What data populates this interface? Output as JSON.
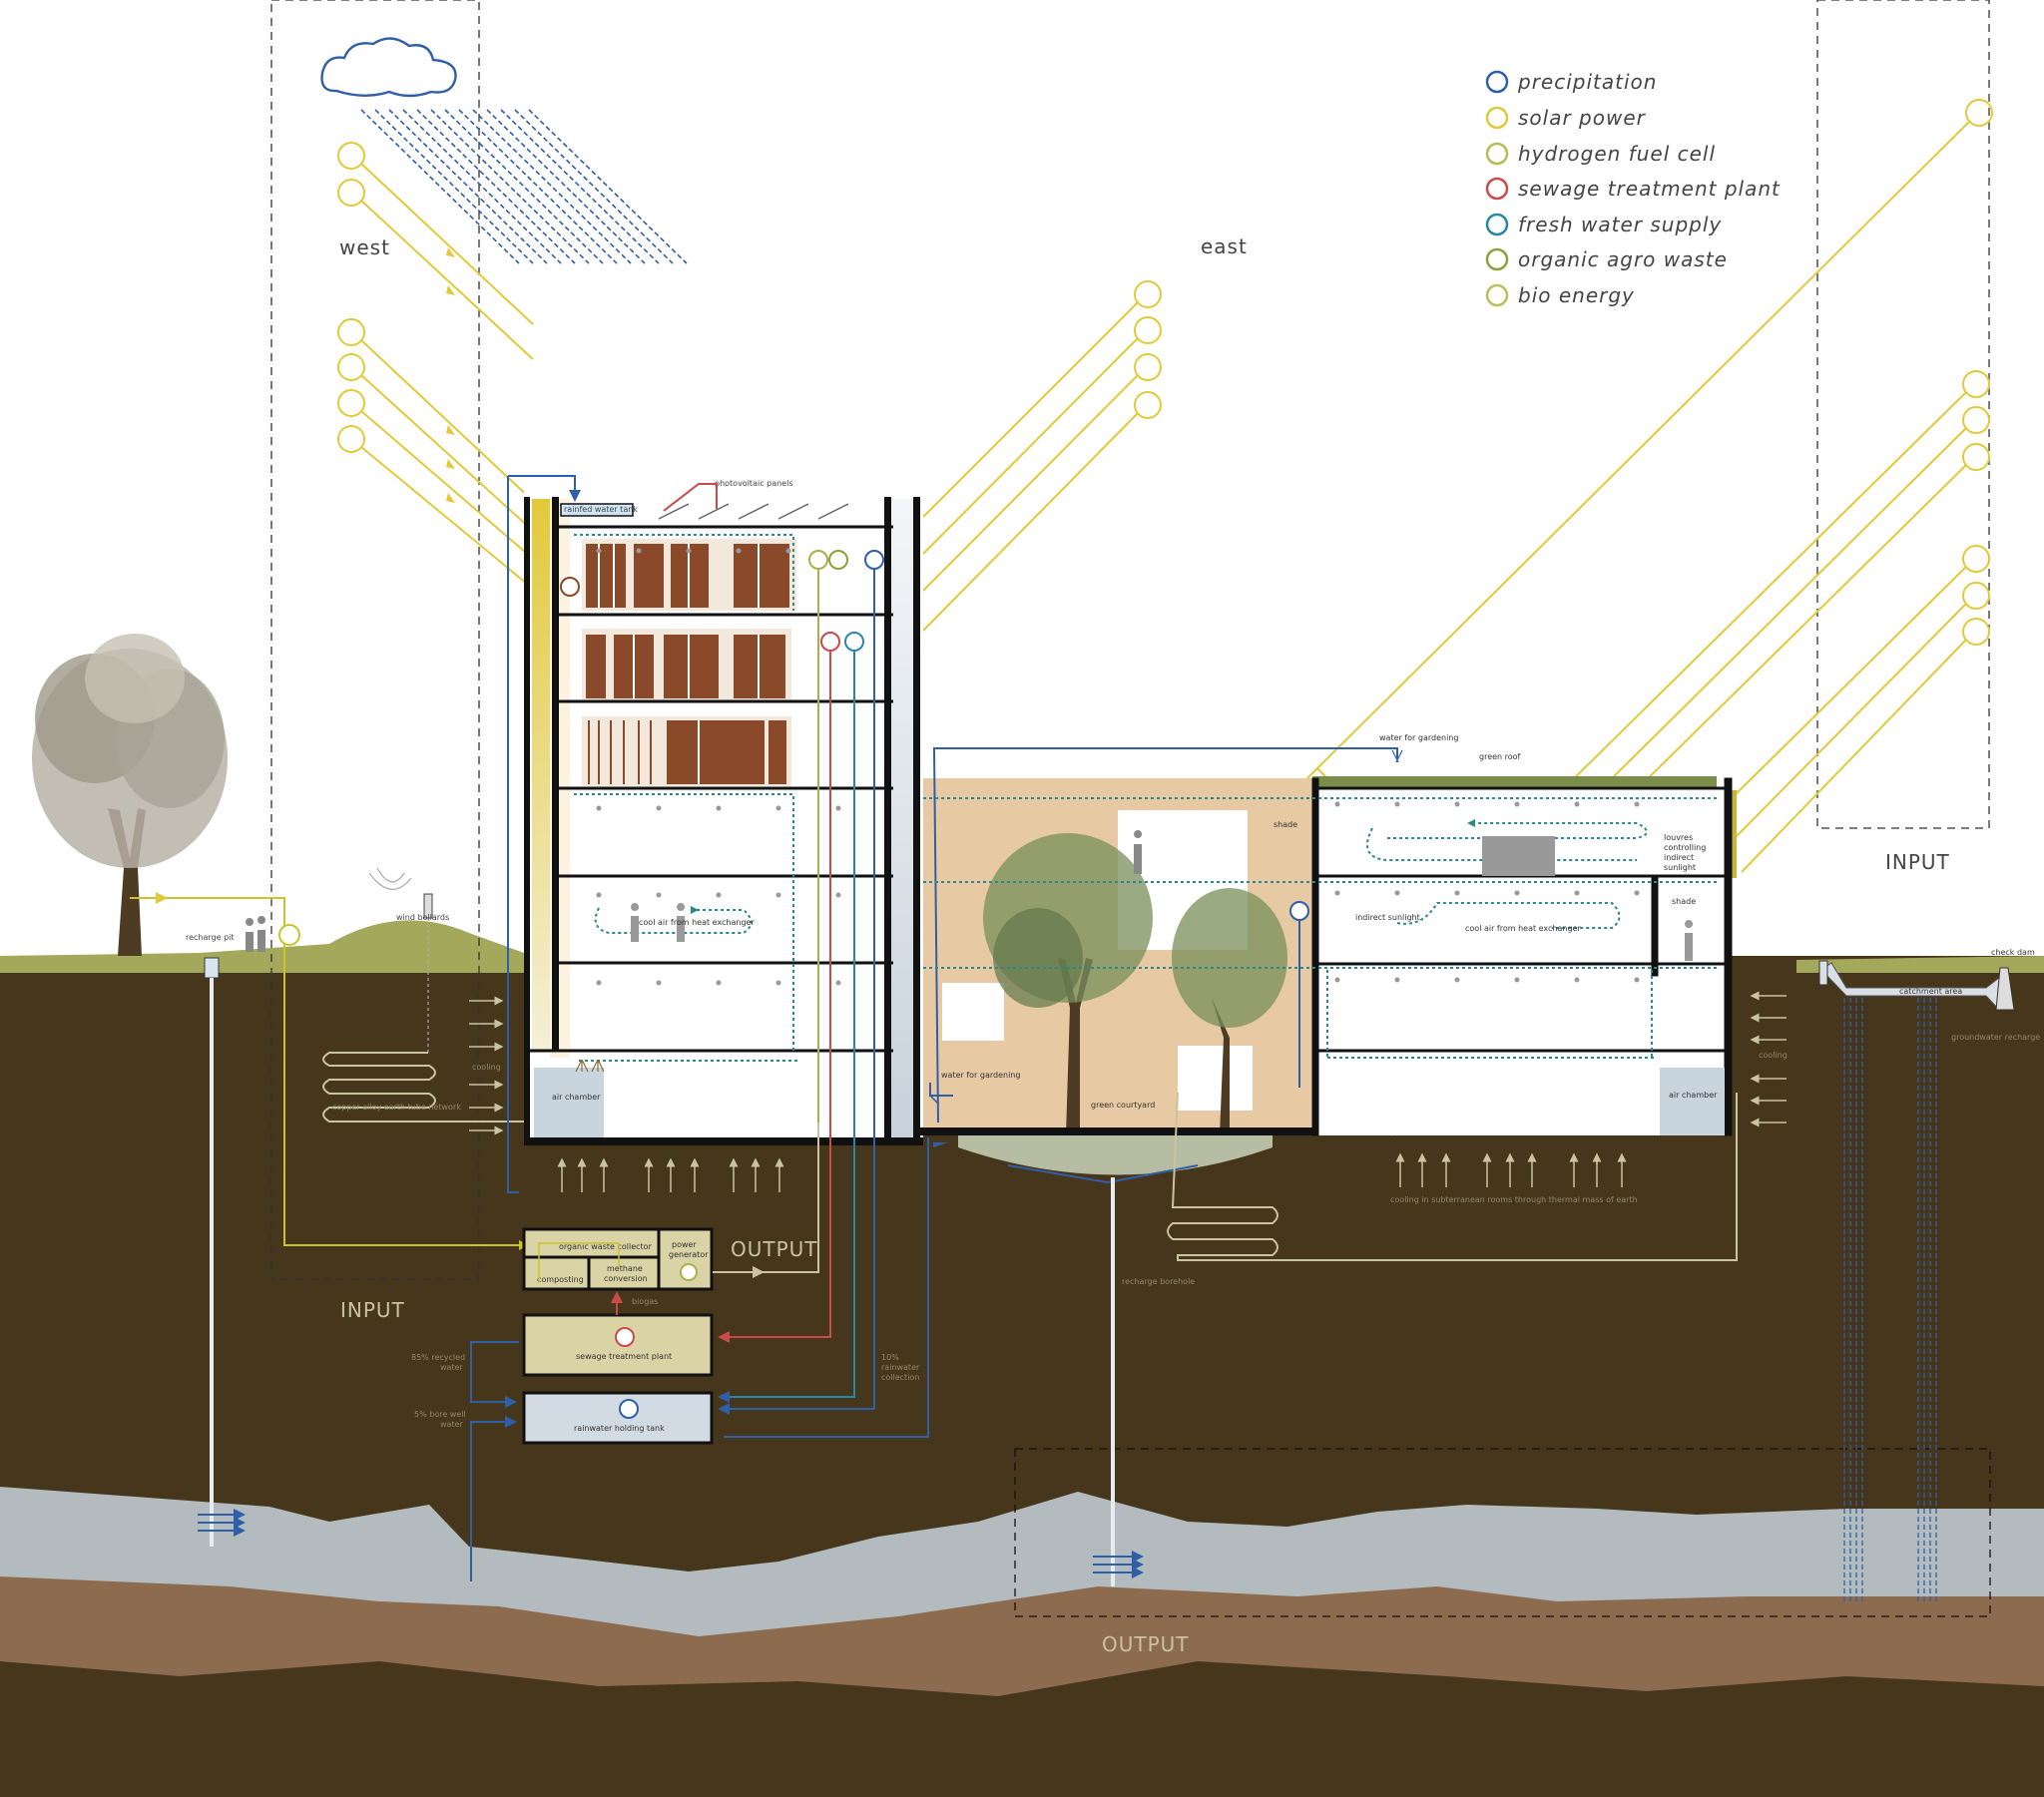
{
  "directions": {
    "west": "west",
    "east": "east"
  },
  "flows": {
    "input_left": "INPUT",
    "input_right": "INPUT",
    "output_center": "OUTPUT",
    "output_bottom": "OUTPUT"
  },
  "legend": [
    {
      "label": "precipitation",
      "color": "#2f5fa8",
      "icon": "rain-drop-icon"
    },
    {
      "label": "solar power",
      "color": "#e2c93a",
      "icon": "sun-icon"
    },
    {
      "label": "hydrogen fuel cell",
      "color": "#b3bd56",
      "icon": "leaf-icon"
    },
    {
      "label": "sewage treatment plant",
      "color": "#c94a4a",
      "icon": "recycle-icon"
    },
    {
      "label": "fresh water supply",
      "color": "#2a86a8",
      "icon": "water-tap-icon"
    },
    {
      "label": "organic agro waste",
      "color": "#8fa03a",
      "icon": "plant-icon"
    },
    {
      "label": "bio energy",
      "color": "#b8c25a",
      "icon": "bio-leaf-icon"
    }
  ],
  "labels": {
    "photovoltaic_panels": "photovoltaic panels",
    "rainfed_water_tank": "rainfed water tank",
    "wind_bollards": "wind bollards",
    "recharge_pit": "recharge pit",
    "copper_tube": "copper alloy earth tube network",
    "cooling_left": "cooling",
    "cooling_right": "cooling",
    "air_chamber_left": "air chamber",
    "air_chamber_right": "air chamber",
    "cool_air_left": "cool air from heat exchanger",
    "cool_air_right": "cool air from heat exchanger",
    "water_for_gardening_top": "water for gardening",
    "water_for_gardening_mid": "water for gardening",
    "green_roof": "green roof",
    "green_courtyard": "green courtyard",
    "shade_top": "shade",
    "shade_mid": "shade",
    "louvres": [
      "louvres",
      "controlling",
      "indirect",
      "sunlight"
    ],
    "indirect_sunlight": "indirect sunlight",
    "check_dam": "check dam",
    "catchment_area": "catchment area",
    "groundwater_recharge": "groundwater recharge",
    "cooling_subterranean": "cooling in subterranean rooms through thermal mass of earth",
    "recharge_borehole": "recharge borehole",
    "organic_waste_collector": "organic waste collector",
    "composting": "composting",
    "methane_conversion": [
      "methane",
      "conversion"
    ],
    "power_generator": [
      "power",
      "generator"
    ],
    "biogas": "biogas",
    "sewage_treatment_plant": "sewage treatment plant",
    "rainwater_holding_tank": "rainwater holding tank",
    "recycled_water": [
      "85% recycled",
      "water"
    ],
    "bore_well_water": [
      "5% bore well",
      "water"
    ],
    "rainwater_collection": [
      "10%",
      "rainwater",
      "collection"
    ]
  }
}
